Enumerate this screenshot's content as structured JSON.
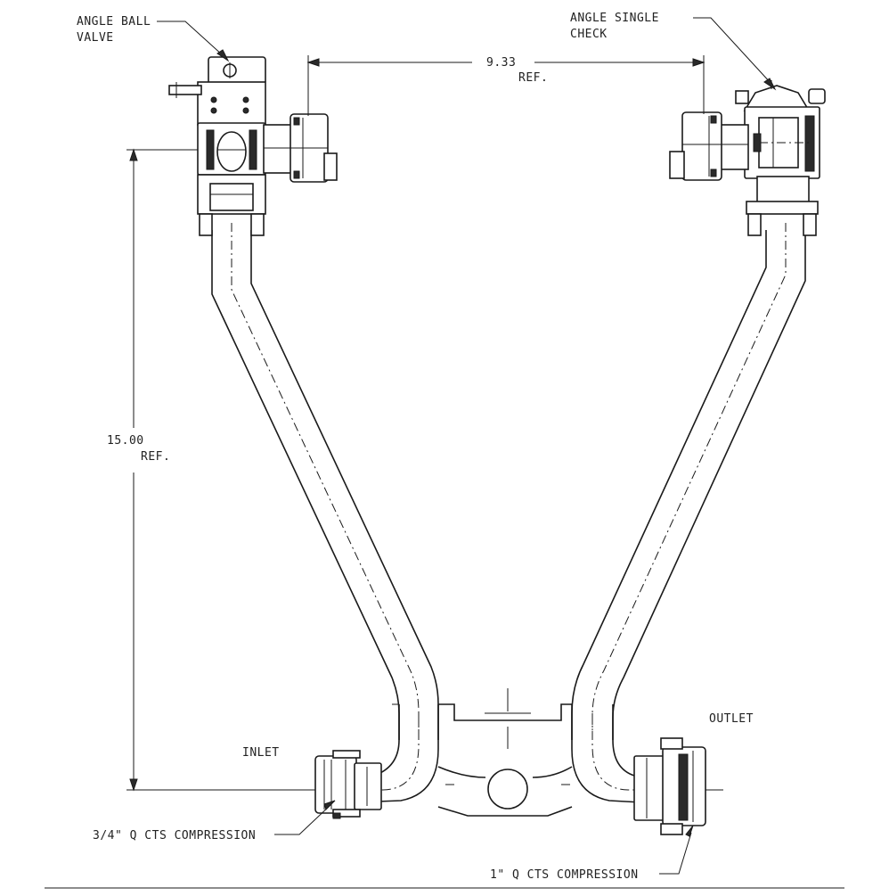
{
  "labels": {
    "angle_ball_valve_line1": "ANGLE BALL",
    "angle_ball_valve_line2": "VALVE",
    "angle_single_check_line1": "ANGLE SINGLE",
    "angle_single_check_line2": "CHECK",
    "inlet": "INLET",
    "outlet": "OUTLET",
    "inlet_compression": "3/4\" Q CTS COMPRESSION",
    "outlet_compression": "1\" Q CTS COMPRESSION"
  },
  "dimensions": {
    "width_value": "9.33",
    "width_note": "REF.",
    "height_value": "15.00",
    "height_note": "REF."
  }
}
